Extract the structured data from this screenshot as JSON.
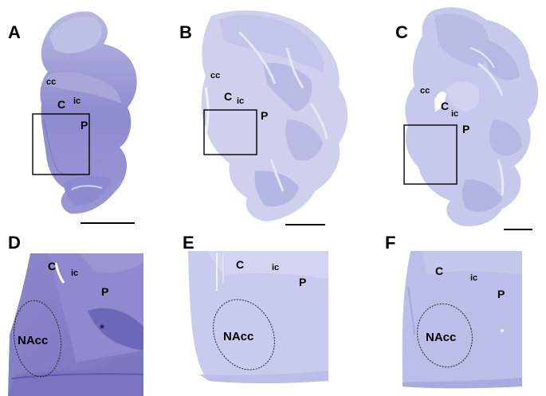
{
  "figure": {
    "panels": [
      {
        "letter": "A",
        "labels": {
          "cc": "cc",
          "c": "C",
          "ic": "ic",
          "p": "P"
        }
      },
      {
        "letter": "B",
        "labels": {
          "cc": "cc",
          "c": "C",
          "ic": "ic",
          "p": "P"
        }
      },
      {
        "letter": "C",
        "labels": {
          "cc": "cc",
          "c": "C",
          "ic": "ic",
          "p": "P"
        }
      },
      {
        "letter": "D",
        "labels": {
          "c": "C",
          "ic": "ic",
          "p": "P",
          "nacc": "NAcc"
        }
      },
      {
        "letter": "E",
        "labels": {
          "c": "C",
          "ic": "ic",
          "p": "P",
          "nacc": "NAcc"
        }
      },
      {
        "letter": "F",
        "labels": {
          "c": "C",
          "ic": "ic",
          "p": "P",
          "nacc": "NAcc"
        }
      }
    ],
    "colors": {
      "stain": "#8a86cc",
      "stain_dark": "#6e68b8",
      "stain_light": "#c4c6ea",
      "white_matter": "#d6d8f0",
      "background": "#ffffff"
    }
  }
}
